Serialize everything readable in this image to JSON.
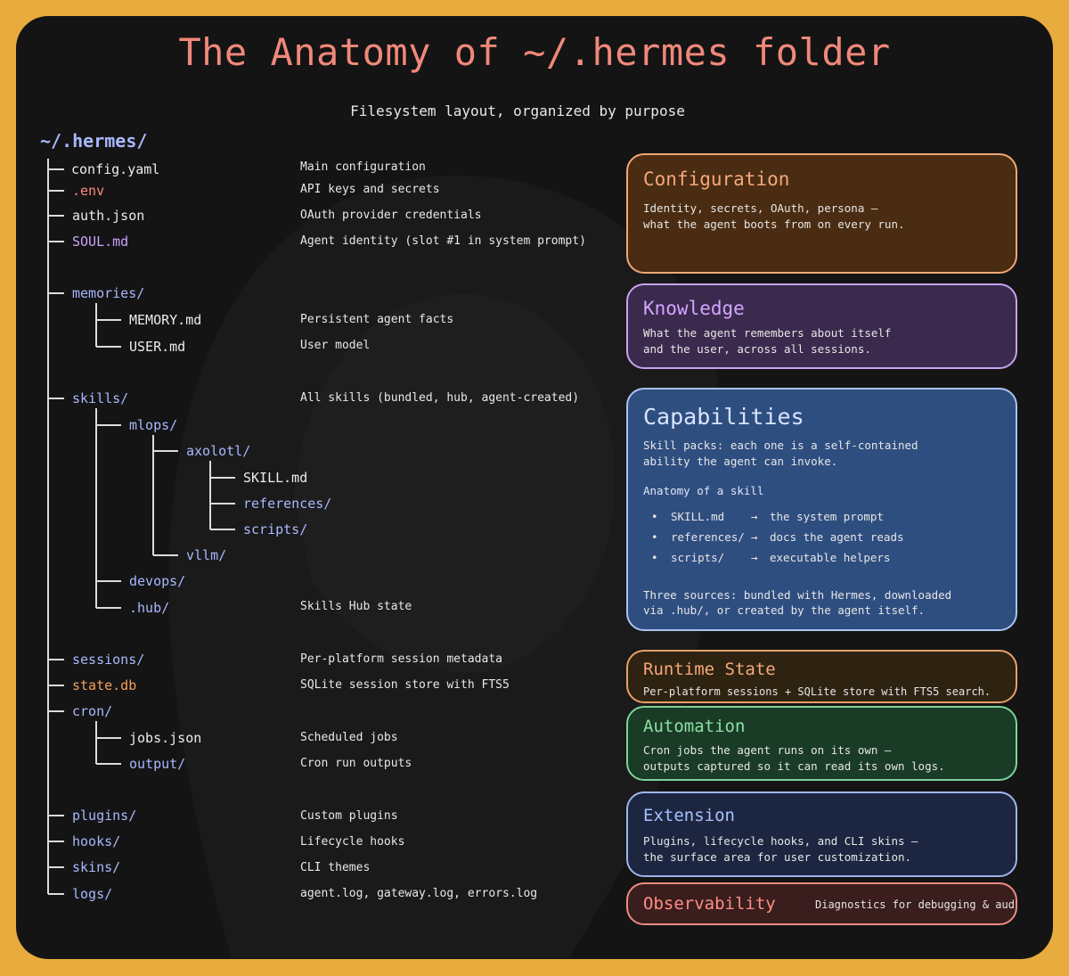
{
  "header": {
    "title": "The Anatomy of ~/.hermes folder",
    "subtitle": "Filesystem layout, organized by purpose"
  },
  "tree": {
    "root": "~/.hermes/",
    "config_yaml": "config.yaml",
    "env": ".env",
    "auth_json": "auth.json",
    "soul_md": "SOUL.md",
    "memories": "memories/",
    "memory_md": "MEMORY.md",
    "user_md": "USER.md",
    "skills": "skills/",
    "mlops": "mlops/",
    "axolotl": "axolotl/",
    "skill_md": "SKILL.md",
    "references": "references/",
    "scripts": "scripts/",
    "vllm": "vllm/",
    "devops": "devops/",
    "hub": ".hub/",
    "sessions": "sessions/",
    "state_db": "state.db",
    "cron": "cron/",
    "jobs_json": "jobs.json",
    "output": "output/",
    "plugins": "plugins/",
    "hooks": "hooks/",
    "skins": "skins/",
    "logs": "logs/"
  },
  "descriptions": {
    "config_yaml": "Main configuration",
    "env": "API keys and secrets",
    "auth_json": "OAuth provider credentials",
    "soul_md": "Agent identity (slot #1 in system prompt)",
    "memory_md": "Persistent agent facts",
    "user_md": "User model",
    "skills": "All skills (bundled, hub, agent-created)",
    "hub": "Skills Hub state",
    "sessions": "Per-platform session metadata",
    "state_db": "SQLite session store with FTS5",
    "jobs_json": "Scheduled jobs",
    "output": "Cron run outputs",
    "plugins": "Custom plugins",
    "hooks": "Lifecycle hooks",
    "skins": "CLI themes",
    "logs": "agent.log, gateway.log, errors.log"
  },
  "panels": {
    "configuration": {
      "title": "Configuration",
      "body": "Identity, secrets, OAuth, persona —\nwhat the agent boots from on every run."
    },
    "knowledge": {
      "title": "Knowledge",
      "body": "What the agent remembers about itself\nand the user, across all sessions."
    },
    "capabilities": {
      "title": "Capabilities",
      "body": "Skill packs: each one is a self-contained\nability the agent can invoke.",
      "anatomy_heading": "Anatomy of a skill",
      "anatomy": [
        {
          "bullet": "•",
          "name": "SKILL.md",
          "arrow": "→",
          "desc": "the system prompt"
        },
        {
          "bullet": "•",
          "name": "references/",
          "arrow": "→",
          "desc": "docs the agent reads"
        },
        {
          "bullet": "•",
          "name": "scripts/",
          "arrow": "→",
          "desc": "executable helpers"
        }
      ],
      "sources": "Three sources: bundled with Hermes, downloaded\nvia .hub/, or created by the agent itself."
    },
    "runtime_state": {
      "title": "Runtime State",
      "body": "Per-platform sessions + SQLite store with FTS5 search."
    },
    "automation": {
      "title": "Automation",
      "body": "Cron jobs the agent runs on its own —\noutputs captured so it can read its own logs."
    },
    "extension": {
      "title": "Extension",
      "body": "Plugins, lifecycle hooks, and CLI skins —\nthe surface area for user customization."
    },
    "observability": {
      "title": "Observability",
      "body": "Diagnostics for debugging & audi"
    }
  },
  "colors": {
    "frame": "#e8ab3e",
    "card": "#141414",
    "title": "#f0887a",
    "directory": "#a9b8ff",
    "file": "#ececec",
    "secret": "#ff8a80",
    "soul": "#c9a3ff",
    "database": "#f2a15c"
  }
}
